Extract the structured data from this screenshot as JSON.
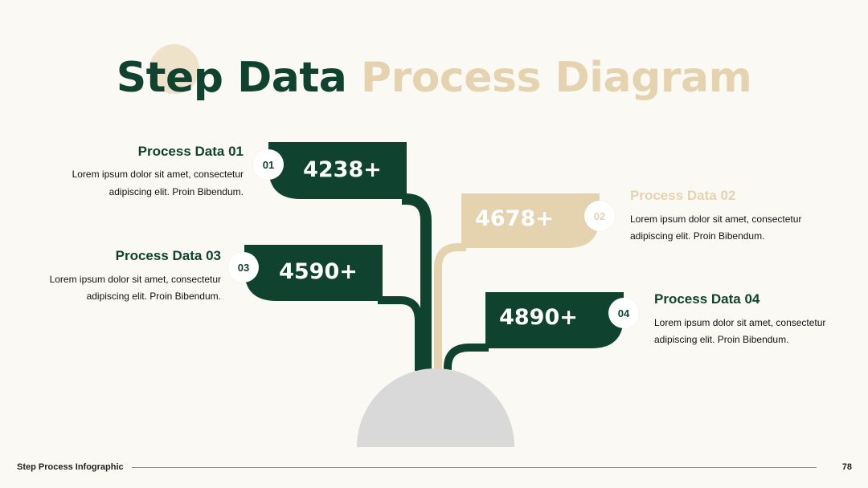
{
  "title": {
    "part1": "Step Data",
    "part2": "Process Diagram"
  },
  "colors": {
    "dark_green": "#0f4330",
    "beige": "#e5d3b0",
    "gray": "#d9d9d9",
    "background": "#fbf9f4"
  },
  "items": [
    {
      "number": "01",
      "value": "4238+",
      "heading": "Process Data 01",
      "line1": "Lorem ipsum dolor sit amet, consectetur",
      "line2": "adipiscing elit. Proin Bibendum."
    },
    {
      "number": "02",
      "value": "4678+",
      "heading": "Process Data 02",
      "line1": "Lorem ipsum dolor sit amet, consectetur",
      "line2": "adipiscing elit. Proin Bibendum."
    },
    {
      "number": "03",
      "value": "4590+",
      "heading": "Process Data 03",
      "line1": "Lorem ipsum dolor sit amet, consectetur",
      "line2": "adipiscing elit. Proin Bibendum."
    },
    {
      "number": "04",
      "value": "4890+",
      "heading": "Process Data 04",
      "line1": "Lorem ipsum dolor sit amet, consectetur",
      "line2": "adipiscing elit. Proin Bibendum."
    }
  ],
  "footer": {
    "label": "Step Process Infographic",
    "page": "78"
  }
}
